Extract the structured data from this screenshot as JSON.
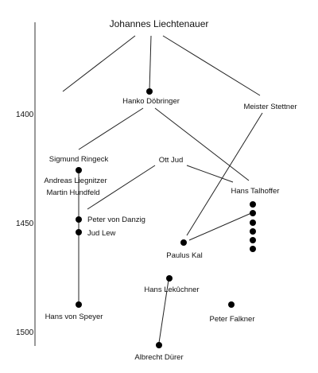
{
  "diagram": {
    "people": {
      "liechtenauer": "Johannes Liechtenauer",
      "dobringer": "Hanko Döbringer",
      "stettner": "Meister Stettner",
      "ringeck": "Sigmund Ringeck",
      "ott": "Ott Jud",
      "liegnitzer": "Andreas Liegnitzer",
      "hundfeld": "Martin Hundfeld",
      "talhoffer": "Hans Talhoffer",
      "danzig": "Peter von Danzig",
      "lew": "Jud Lew",
      "kal": "Paulus Kal",
      "lekuchner": "Hans Lekûchner",
      "speyer": "Hans von Speyer",
      "falkner": "Peter Falkner",
      "durer": "Albrecht Dürer"
    },
    "years": [
      "1400",
      "1450",
      "1500"
    ]
  }
}
